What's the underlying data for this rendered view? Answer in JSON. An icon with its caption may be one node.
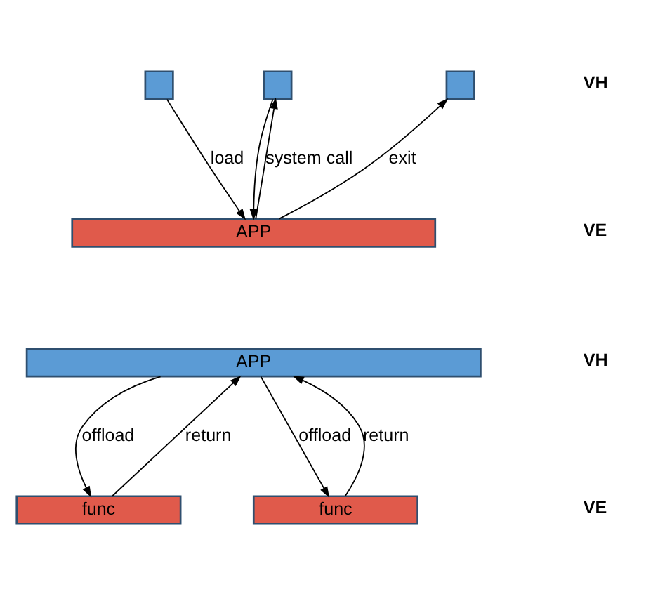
{
  "diagram": {
    "nodes": [
      {
        "text": [],
        "shape": "box"
      },
      {
        "text": [],
        "shape": "box"
      },
      {
        "text": [],
        "shape": "box"
      },
      {
        "text": [
          "APP"
        ]
      },
      {
        "text": [
          "APP"
        ]
      },
      {
        "text": [
          "func"
        ]
      },
      {
        "text": [
          "func"
        ]
      }
    ],
    "edges": [
      {
        "from": 0,
        "to": 3,
        "arrow": "to",
        "label": "load"
      },
      {
        "from": 3,
        "to": 1,
        "arrow": "to",
        "label": "system call"
      },
      {
        "from": 1,
        "to": 3,
        "arrow": "to"
      },
      {
        "from": 3,
        "to": 2,
        "arrow": "to",
        "label": "exit"
      },
      {
        "from": 4,
        "to": 5,
        "arrow": "to",
        "label": "offload"
      },
      {
        "from": 5,
        "to": 4,
        "arrow": "to",
        "label": "return"
      },
      {
        "from": 4,
        "to": 6,
        "arrow": "to",
        "label": "offload"
      },
      {
        "from": 6,
        "to": 4,
        "arrow": "to",
        "label": "return"
      }
    ],
    "labels": [
      "VH",
      "VE",
      "VH",
      "VE"
    ]
  }
}
